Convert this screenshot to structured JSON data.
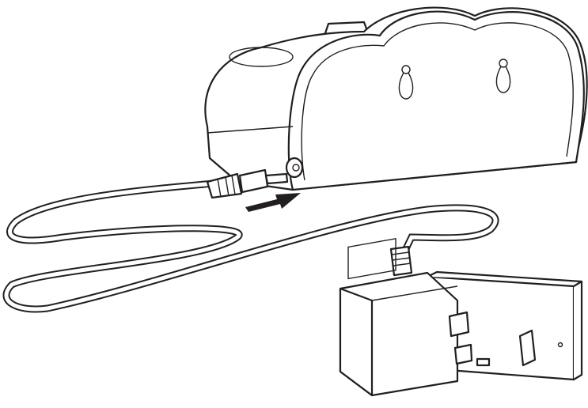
{
  "colors": {
    "line": "#231f20",
    "background": "#ffffff",
    "arrow": "#231f20"
  },
  "illustration": {
    "elements": [
      "device-cloud-shaped-base",
      "audio-jack-plug",
      "insert-arrow",
      "power-cable",
      "power-adapter",
      "wall-socket"
    ]
  }
}
